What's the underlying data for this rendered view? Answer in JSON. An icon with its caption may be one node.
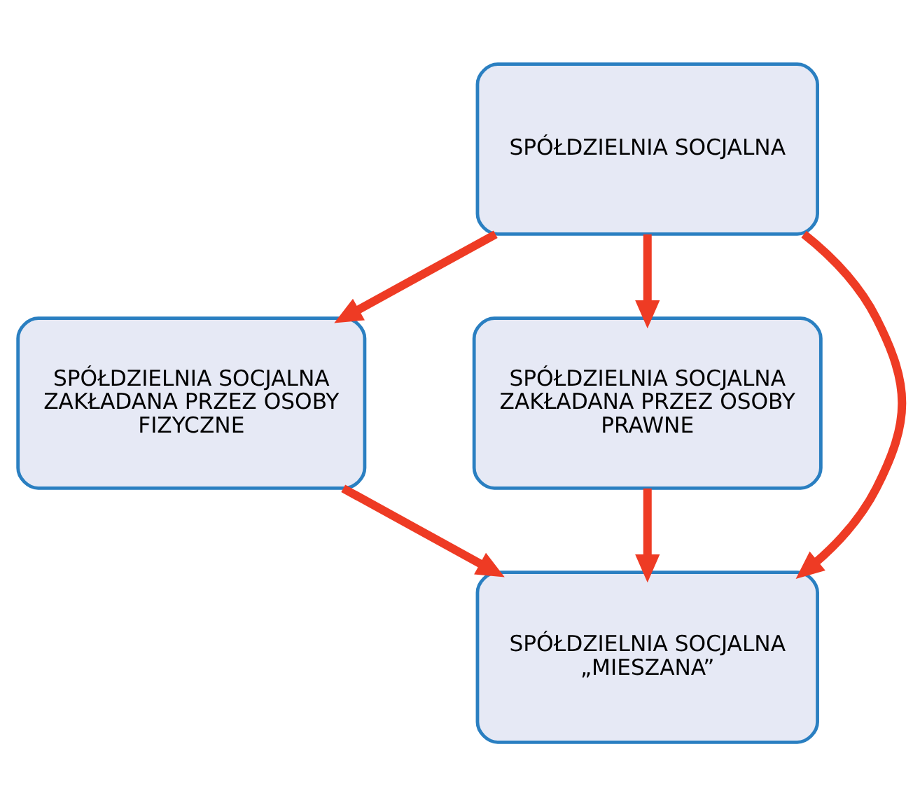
{
  "diagram": {
    "nodes": [
      {
        "text": [
          "SPÓŁDZIELNIA SOCJALNA"
        ]
      },
      {
        "text": [
          "SPÓŁDZIELNIA SOCJALNA ZAKŁADANA PRZEZ OSOBY FIZYCZNE"
        ]
      },
      {
        "text": [
          "SPÓŁDZIELNIA SOCJALNA ZAKŁADANA PRZEZ OSOBY PRAWNE"
        ]
      },
      {
        "text": [
          "SPÓŁDZIELNIA SOCJALNA „MIESZANA”"
        ]
      }
    ],
    "edges": [
      {
        "from": 0,
        "to": 1,
        "arrow": "to"
      },
      {
        "from": 0,
        "to": 3,
        "arrow": "to"
      },
      {
        "from": 0,
        "to": 2,
        "arrow": "to"
      },
      {
        "from": 1,
        "to": 3,
        "arrow": "to"
      },
      {
        "from": 2,
        "to": 3,
        "arrow": "to"
      }
    ]
  }
}
